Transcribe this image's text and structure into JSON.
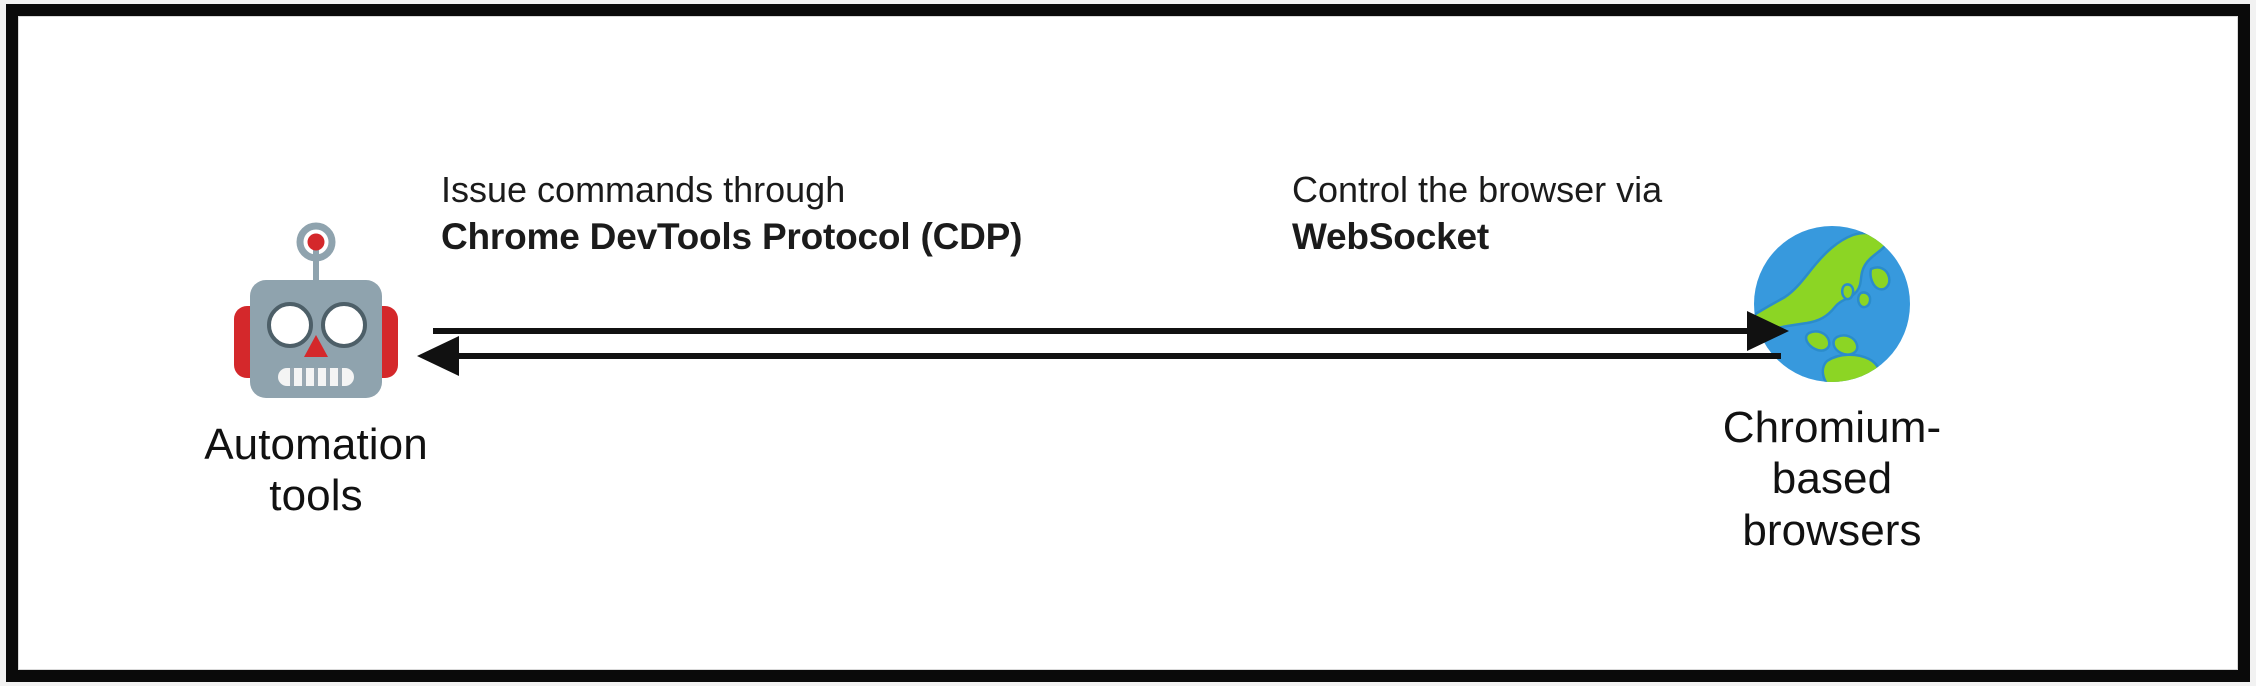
{
  "diagram": {
    "title": "Automation tools control Chromium-based browsers via CDP over WebSocket",
    "background_color": "#ffffff",
    "frame_color": "#0a0a0a",
    "text_color": "#1b1b1b",
    "nodes": [
      {
        "id": "automation-tools",
        "label": "Automation\ntools",
        "icon": "robot-icon",
        "icon_emoji": "🤖",
        "colors": {
          "head": "#8fa3ae",
          "ear": "#d4282b",
          "antenna": "#d4282b",
          "eye": "#ffffff",
          "eye_rim": "#4d5f68",
          "nose": "#d4282b",
          "mouth": "#f2f2f2"
        }
      },
      {
        "id": "chromium-browsers",
        "label": "Chromium-based\nbrowsers",
        "icon": "globe-asia-icon",
        "icon_emoji": "🌏",
        "colors": {
          "ocean": "#3799dd",
          "land": "#8cd524",
          "land_outline": "#2b8ccb"
        }
      }
    ],
    "edges": [
      {
        "id": "edge-cdp",
        "direction": "right",
        "line_1": "Issue commands through",
        "line_2": "Chrome DevTools Protocol (CDP)",
        "line_2_bold": true
      },
      {
        "id": "edge-websocket",
        "direction": "left",
        "line_1": "Control the browser via",
        "line_2": "WebSocket",
        "line_2_bold": true
      }
    ],
    "arrows": {
      "stroke_color": "#111111",
      "top": {
        "name": "arrow-right",
        "points_to": "chromium-browsers"
      },
      "bottom": {
        "name": "arrow-left",
        "points_to": "automation-tools"
      }
    }
  }
}
